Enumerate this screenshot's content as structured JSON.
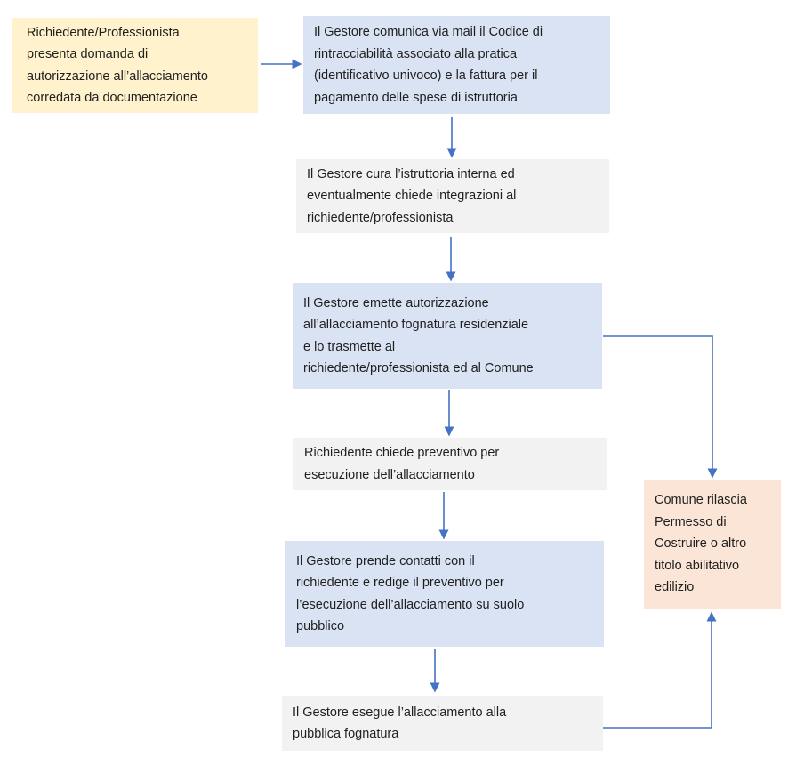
{
  "diagram": {
    "type": "flowchart",
    "nodes": {
      "request": {
        "label": "Richiedente/Professionista\npresenta domanda di\nautorizzazione all’allacciamento\ncorredata da documentazione",
        "fill": "#FFF2CC"
      },
      "code": {
        "label": "Il Gestore comunica via mail il Codice di\nrintracciabilità associato alla pratica\n(identificativo univoco) e la fattura per il\npagamento delle spese di istruttoria",
        "fill": "#DAE3F3"
      },
      "review": {
        "label": "Il Gestore cura l’istruttoria interna ed\neventualmente chiede integrazioni al\nrichiedente/professionista",
        "fill": "#F2F2F2"
      },
      "authorization": {
        "label": "Il Gestore emette autorizzazione\nall’allacciamento fognatura residenziale\ne lo trasmette al\nrichiedente/professionista ed al Comune",
        "fill": "#DAE3F3"
      },
      "quote_request": {
        "label": "Richiedente chiede preventivo per\nesecuzione dell’allacciamento",
        "fill": "#F2F2F2"
      },
      "quote": {
        "label": "Il Gestore prende contatti con il\nrichiedente e redige il preventivo per\nl’esecuzione dell’allacciamento su suolo\npubblico",
        "fill": "#DAE3F3"
      },
      "execution": {
        "label": "Il Gestore esegue l’allacciamento alla\npubblica fognatura",
        "fill": "#F2F2F2"
      },
      "permit": {
        "label": "Comune rilascia\nPermesso di\nCostruire o altro\ntitolo abilitativo\nedilizio",
        "fill": "#FBE5D6"
      }
    },
    "edges": [
      {
        "from": "request",
        "to": "code"
      },
      {
        "from": "code",
        "to": "review"
      },
      {
        "from": "review",
        "to": "authorization"
      },
      {
        "from": "authorization",
        "to": "quote_request"
      },
      {
        "from": "authorization",
        "to": "permit"
      },
      {
        "from": "quote_request",
        "to": "quote"
      },
      {
        "from": "quote",
        "to": "execution"
      },
      {
        "from": "execution",
        "to": "permit"
      }
    ],
    "colors": {
      "arrow": "#4472C4",
      "text": "#1F1F1F",
      "node_yellow": "#FFF2CC",
      "node_blue": "#DAE3F3",
      "node_gray": "#F2F2F2",
      "node_peach": "#FBE5D6",
      "background": "#FFFFFF"
    }
  }
}
